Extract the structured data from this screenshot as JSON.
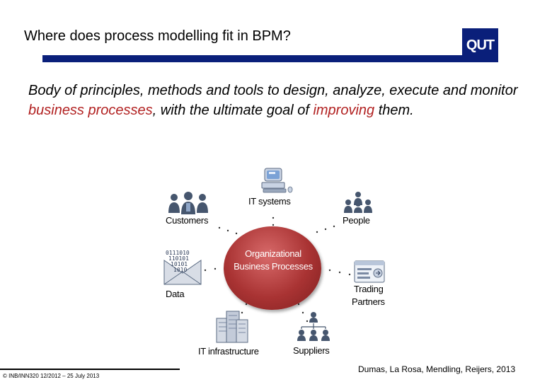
{
  "title": "Where does process modelling fit in BPM?",
  "logo_text": "QUT",
  "definition": {
    "part1": "Body of principles, methods and tools to design, analyze, execute and monitor ",
    "highlight1": "business processes",
    "part2": ", with the ultimate goal of ",
    "highlight2": "improving",
    "part3": " them."
  },
  "diagram": {
    "center_line1": "Organizational",
    "center_line2": "Business Processes",
    "it_systems": "IT systems",
    "customers": "Customers",
    "people": "People",
    "data": "Data",
    "trading_partners_line1": "Trading",
    "trading_partners_line2": "Partners",
    "it_infrastructure": "IT infrastructure",
    "suppliers": "Suppliers",
    "binary_text": "0111010\n110101\n10101\n1010"
  },
  "footer": {
    "left": "© INB/INN320 12/2012 – 25 July 2013",
    "right": "Dumas, La Rosa, Mendling, Reijers, 2013"
  },
  "colors": {
    "brand_blue": "#0a1f7a",
    "highlight_red": "#b22222",
    "center_red": "#a93333"
  }
}
